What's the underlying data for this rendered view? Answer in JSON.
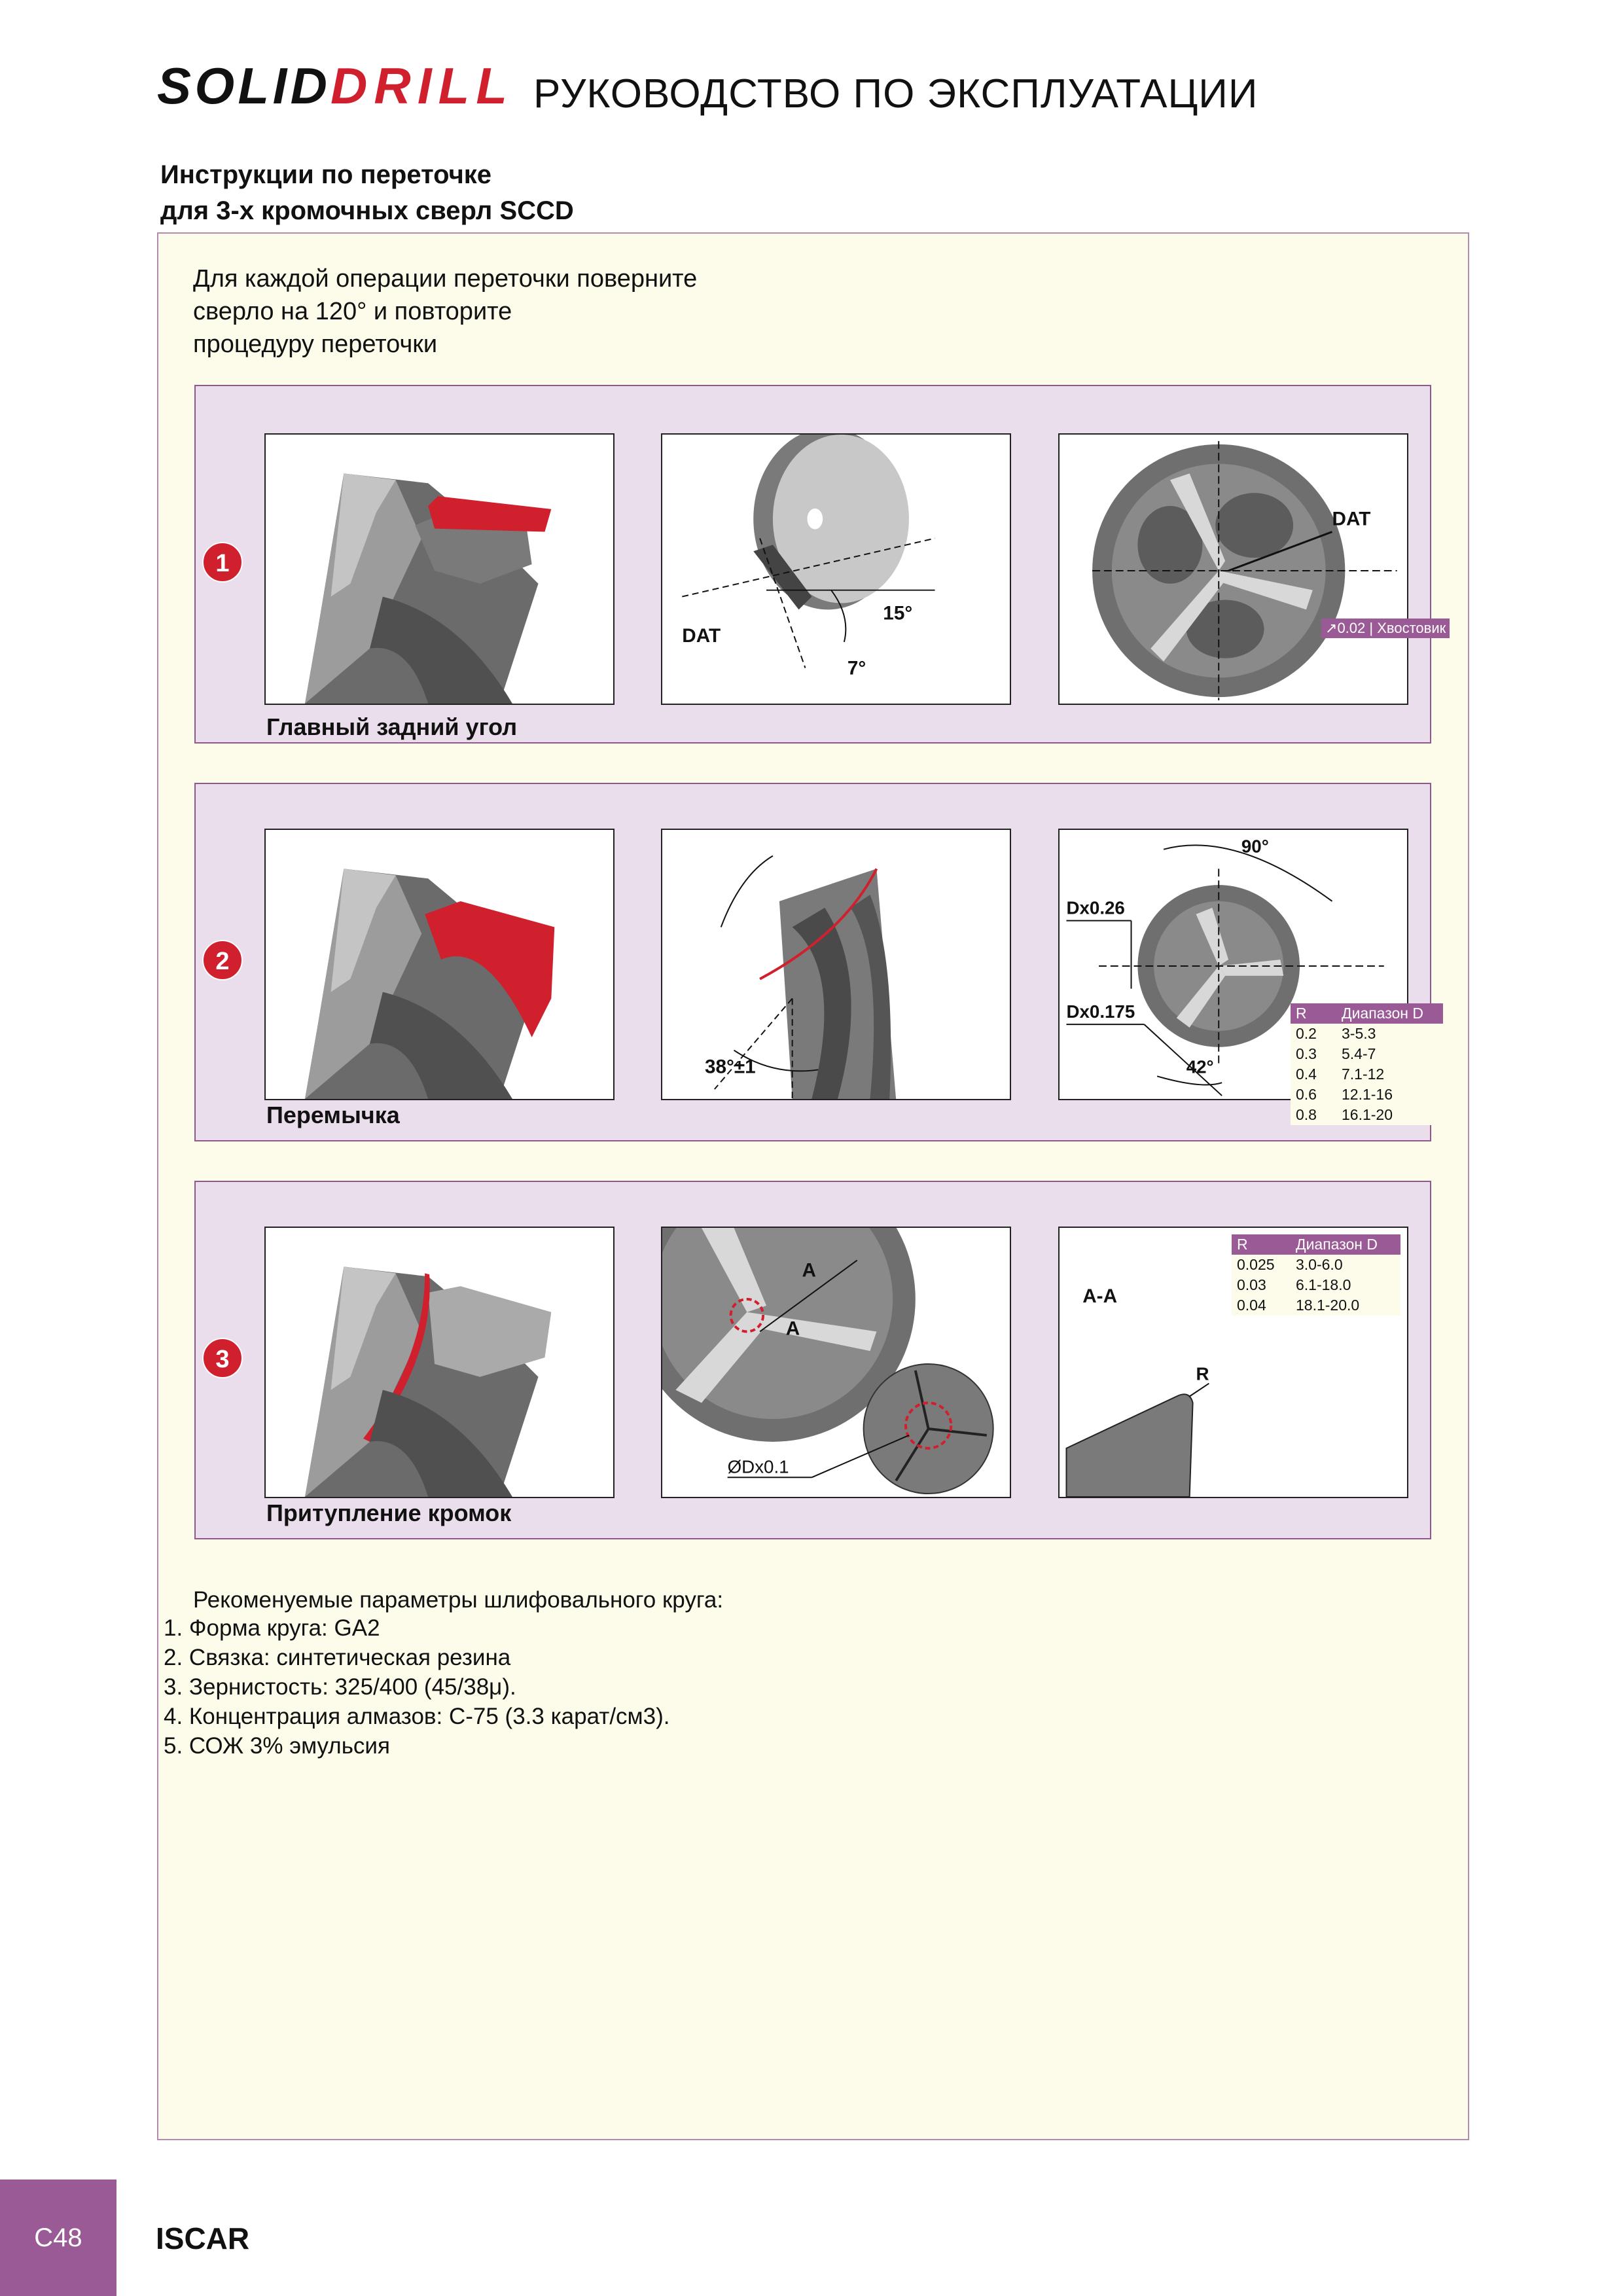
{
  "header": {
    "logo_text": "SOLIDDRILL",
    "title": "РУКОВОДСТВО ПО ЭКСПЛУАТАЦИИ"
  },
  "section": {
    "heading_line1": "Инструкции по переточке",
    "heading_line2": "для 3-х кромочных сверл SCCD"
  },
  "intro": {
    "line1": "Для каждой операции переточки поверните",
    "line2": "сверло на 120° и повторите",
    "line3": "процедуру переточки"
  },
  "steps": [
    {
      "number": "1",
      "label": "Главный задний угол",
      "fig2": {
        "dat": "DAT",
        "angle1": "15°",
        "angle2": "7°"
      },
      "fig3": {
        "dat": "DAT"
      },
      "tolerance": {
        "value": "0.02",
        "ref": "Хвостовик"
      }
    },
    {
      "number": "2",
      "label": "Перемычка",
      "fig2": {
        "angle": "38°±1"
      },
      "fig3": {
        "angle_top": "90°",
        "dim1": "Dx0.26",
        "dim2": "Dx0.175",
        "angle_bottom": "42°"
      },
      "table": {
        "headers": [
          "R",
          "Диапазон D"
        ],
        "rows": [
          [
            "0.2",
            "3-5.3"
          ],
          [
            "0.3",
            "5.4-7"
          ],
          [
            "0.4",
            "7.1-12"
          ],
          [
            "0.6",
            "12.1-16"
          ],
          [
            "0.8",
            "16.1-20"
          ]
        ]
      }
    },
    {
      "number": "3",
      "label": "Притупление кромок",
      "fig2": {
        "section": "A",
        "dia": "ØDx0.1"
      },
      "fig3": {
        "section": "A-A",
        "radius": "R"
      },
      "table": {
        "headers": [
          "R",
          "Диапазон D"
        ],
        "rows": [
          [
            "0.025",
            "3.0-6.0"
          ],
          [
            "0.03",
            "6.1-18.0"
          ],
          [
            "0.04",
            "18.1-20.0"
          ]
        ]
      }
    }
  ],
  "params": {
    "title": "Рекоменуемые параметры шлифовального круга:",
    "items": [
      "1. Форма круга: GA2",
      "2. Связка: синтетическая резина",
      "3. Зернистость: 325/400 (45/38μ).",
      "4. Концентрация алмазов: С-75 (3.3 карат/см3).",
      "5. СОЖ 3% эмульсия"
    ]
  },
  "footer": {
    "page": "C48",
    "brand": "ISCAR"
  },
  "colors": {
    "accent": "#9a5a95",
    "highlight": "#d0202e",
    "panel": "#fdfbea",
    "step_bg": "#ebdeec"
  }
}
